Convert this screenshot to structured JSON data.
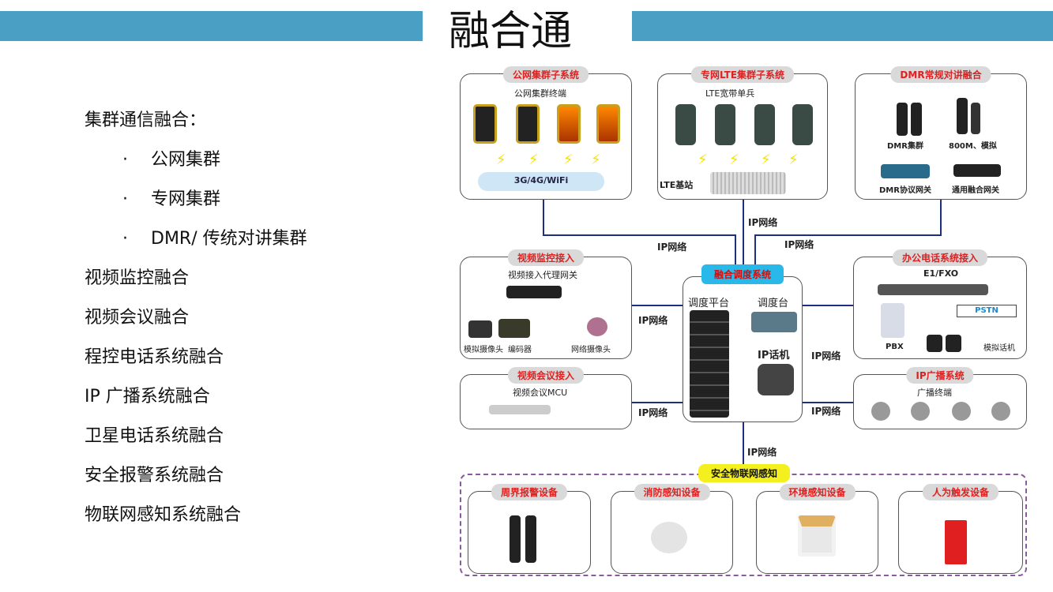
{
  "slide": {
    "title": "融合通",
    "accent": "#4a9fc4"
  },
  "list": [
    {
      "text": "集群通信融合：",
      "sub": false
    },
    {
      "text": "公网集群",
      "sub": true
    },
    {
      "text": "专网集群",
      "sub": true
    },
    {
      "text": "DMR/ 传统对讲集群",
      "sub": true
    },
    {
      "text": "视频监控融合",
      "sub": false
    },
    {
      "text": "视频会议融合",
      "sub": false
    },
    {
      "text": "程控电话系统融合",
      "sub": false
    },
    {
      "text": "IP 广播系统融合",
      "sub": false
    },
    {
      "text": "卫星电话系统融合",
      "sub": false
    },
    {
      "text": "安全报警系统融合",
      "sub": false
    },
    {
      "text": "物联网感知系统融合",
      "sub": false
    }
  ],
  "bullet": "·",
  "diagram": {
    "public": {
      "title": "公网集群子系统",
      "caption": "公网集群终端",
      "network": "3G/4G/WiFi"
    },
    "lte": {
      "title": "专网LTE集群子系统",
      "caption": "LTE宽带单兵",
      "base": "LTE基站"
    },
    "dmr": {
      "title": "DMR常规对讲融合",
      "trunk": "DMR集群",
      "analog": "800M、模拟",
      "gw1": "DMR协议网关",
      "gw2": "通用融合网关"
    },
    "video": {
      "title": "视频监控接入",
      "gateway": "视频接入代理网关",
      "cam": "模拟摄像头",
      "encoder": "编码器",
      "ipcam": "网络摄像头"
    },
    "center": {
      "title": "融合调度系统",
      "platform": "调度平台",
      "console": "调度台",
      "ipphone": "IP话机"
    },
    "office": {
      "title": "办公电话系统接入",
      "e1": "E1/FXO",
      "pstn": "PSTN",
      "pbx": "PBX",
      "analog": "模拟话机"
    },
    "conf": {
      "title": "视频会议接入",
      "mcu": "视频会议MCU"
    },
    "broadcast": {
      "title": "IP广播系统",
      "terminal": "广播终端"
    },
    "iot": {
      "title": "安全物联网感知",
      "perimeter": "周界报警设备",
      "fire": "消防感知设备",
      "env": "环境感知设备",
      "manual": "人为触发设备"
    },
    "ip": "IP网络"
  }
}
